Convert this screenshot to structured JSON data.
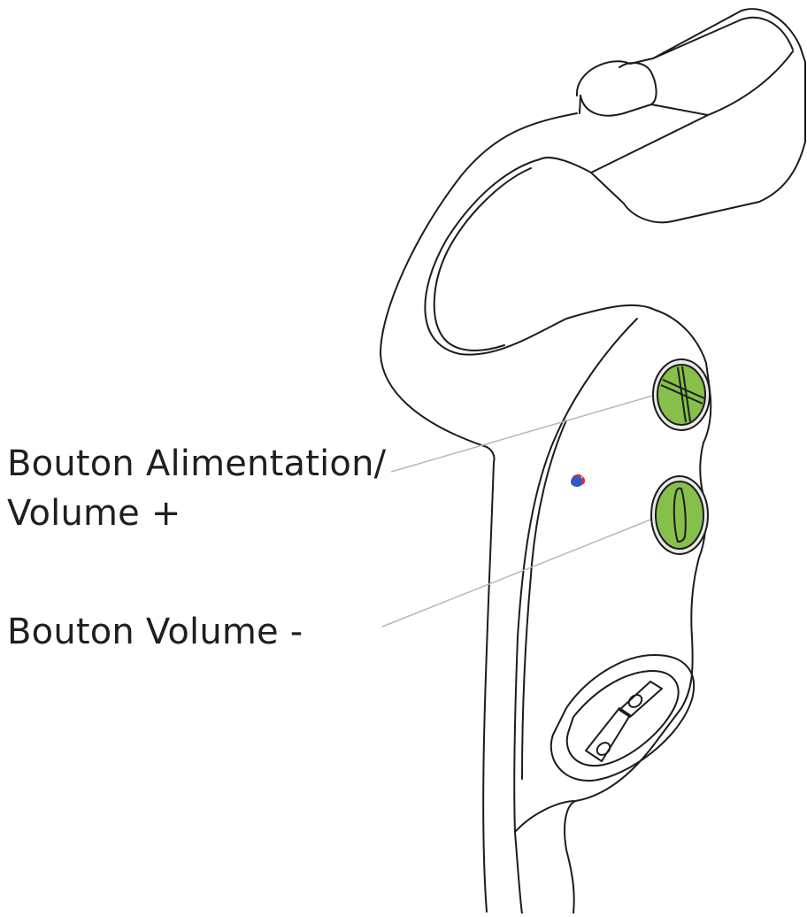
{
  "labels": {
    "power_line1": "Bouton Alimentation/",
    "power_line2": "Volume +",
    "volume_down": "Bouton Volume -"
  },
  "colors": {
    "outline": "#1c1c1c",
    "button_green": "#86bf4a",
    "button_rim": "#e9e9e9",
    "leader_line": "#b8b8b8",
    "led_red": "#e02a3a",
    "led_blue": "#2f58c9"
  },
  "icons": {
    "plus_button": "plus-icon",
    "minus_button": "minus-icon",
    "charging_contacts": "magnetic-charging-port-icon"
  }
}
